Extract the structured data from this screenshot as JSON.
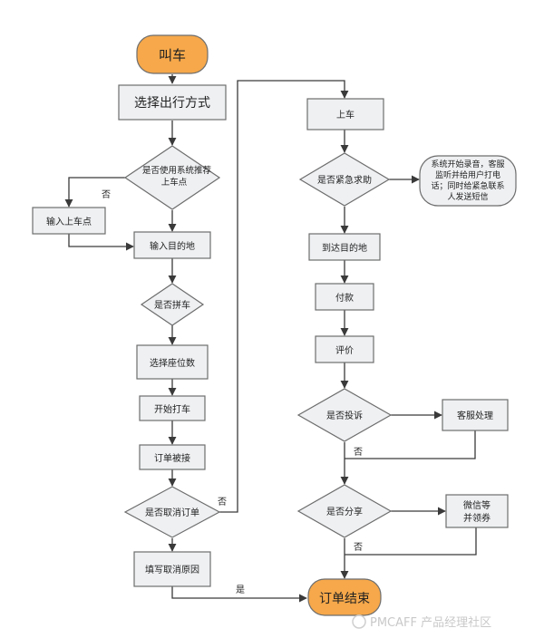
{
  "nodes": {
    "start": "叫车",
    "choose_mode": "选择出行方式",
    "use_recommend": [
      "是否使用系统推荐",
      "上车点"
    ],
    "input_pickup": "输入上车点",
    "input_dest": "输入目的地",
    "carpool": "是否拼车",
    "choose_seats": "选择座位数",
    "start_hail": "开始打车",
    "order_accepted": "订单被接",
    "cancel_order": "是否取消订单",
    "cancel_reason": "填写取消原因",
    "board": "上车",
    "emergency": "是否紧急求助",
    "emergency_note": [
      "系统开始录音，客服",
      "监听并给用户打电",
      "话；同时给紧急联系",
      "人发送短信"
    ],
    "arrive": "到达目的地",
    "pay": "付款",
    "rate": "评价",
    "complain": "是否投诉",
    "cs_handle": "客服处理",
    "share": "是否分享",
    "wechat": [
      "微信等",
      "并领券"
    ],
    "end": "订单结束"
  },
  "edge_labels": {
    "no_recommend": "否",
    "no_cancel": "否",
    "yes_cancel": "是",
    "no_complain": "否",
    "no_share": "否"
  },
  "watermark": "PMCAFF 产品经理社区",
  "colors": {
    "terminal": "#f6a84a",
    "box": "#eef0f2",
    "border": "#6d6d6d",
    "line": "#3a3a3a"
  }
}
